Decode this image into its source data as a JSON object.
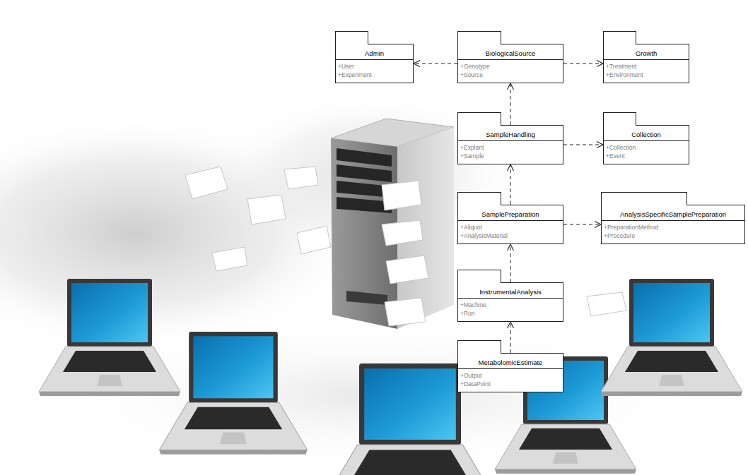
{
  "diagram": {
    "nodes": [
      {
        "text": [
          "Admin",
          "+User",
          "+Experiment"
        ]
      },
      {
        "text": [
          "BiologicalSource",
          "+Genotype",
          "+Source"
        ]
      },
      {
        "text": [
          "Growth",
          "+Treatment",
          "+Environment"
        ]
      },
      {
        "text": [
          "SampleHandling",
          "+Explant",
          "+Sample"
        ]
      },
      {
        "text": [
          "Collection",
          "+Collection",
          "+Event"
        ]
      },
      {
        "text": [
          "SamplePreparation",
          "+Aliquot",
          "+AnalysisMaterial"
        ]
      },
      {
        "text": [
          "AnalysisSpecificSamplePreparation",
          "+PreparationMethod",
          "+Procedure"
        ]
      },
      {
        "text": [
          "InstrumentalAnalysis",
          "+Machine",
          "+Run"
        ]
      },
      {
        "text": [
          "MetabolomicEstimate",
          "+Output",
          "+DataPoint"
        ]
      }
    ],
    "edges": [
      {
        "from": 1,
        "to": 0,
        "arrow": "to"
      },
      {
        "from": 1,
        "to": 2,
        "arrow": "to"
      },
      {
        "from": 3,
        "to": 1,
        "arrow": "to"
      },
      {
        "from": 3,
        "to": 4,
        "arrow": "to"
      },
      {
        "from": 5,
        "to": 3,
        "arrow": "to"
      },
      {
        "from": 5,
        "to": 6,
        "arrow": "to"
      },
      {
        "from": 7,
        "to": 5,
        "arrow": "to"
      },
      {
        "from": 8,
        "to": 7,
        "arrow": "to"
      }
    ]
  }
}
